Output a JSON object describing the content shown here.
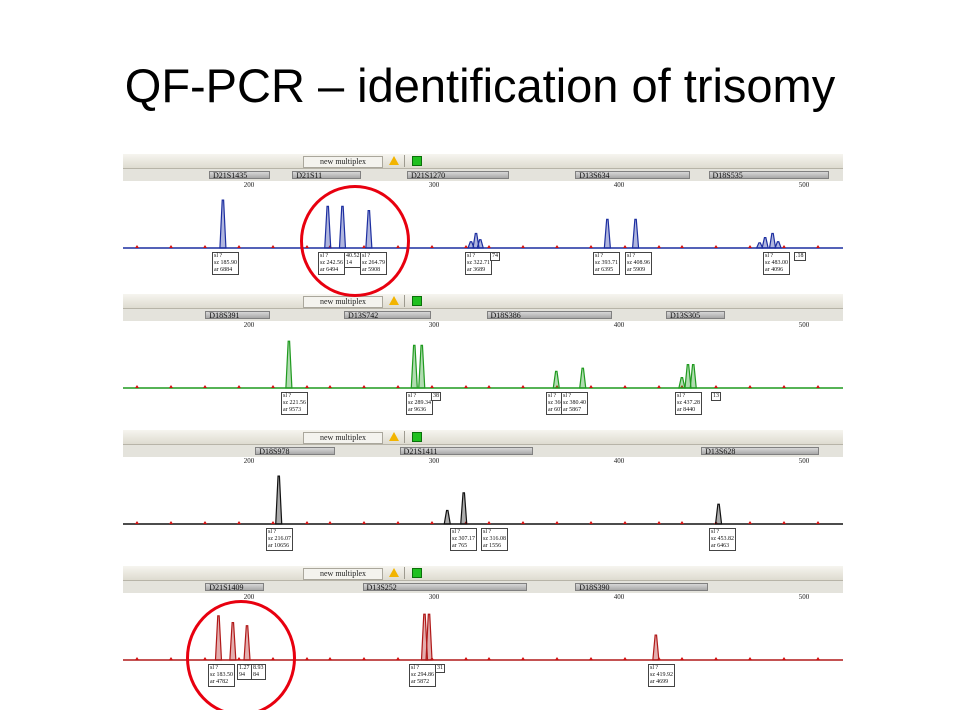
{
  "slide": {
    "title": "QF-PCR – identification of trisomy"
  },
  "toolbar": {
    "title": "new multiplex"
  },
  "chart_data": {
    "type": "line",
    "x_ticks": [
      200,
      300,
      400,
      500
    ],
    "panels": [
      {
        "color": "#1c2ea0",
        "markers": [
          {
            "name": "D21S1435",
            "start": 180,
            "end": 213
          },
          {
            "name": "D21S11",
            "start": 225,
            "end": 262
          },
          {
            "name": "D21S1270",
            "start": 287,
            "end": 342
          },
          {
            "name": "D13S634",
            "start": 378,
            "end": 440
          },
          {
            "name": "D18S535",
            "start": 450,
            "end": 515
          }
        ],
        "peaks": [
          {
            "x": 185.9,
            "y": 92
          },
          {
            "x": 242.56,
            "y": 80
          },
          {
            "x": 250.52,
            "y": 80
          },
          {
            "x": 264.79,
            "y": 72
          },
          {
            "x": 320,
            "y": 12
          },
          {
            "x": 322.71,
            "y": 28
          },
          {
            "x": 325,
            "y": 16
          },
          {
            "x": 393.71,
            "y": 55
          },
          {
            "x": 408.96,
            "y": 55
          },
          {
            "x": 476,
            "y": 10
          },
          {
            "x": 479,
            "y": 20
          },
          {
            "x": 483.0,
            "y": 28
          },
          {
            "x": 486,
            "y": 12
          }
        ],
        "labels": [
          [
            "sl ?",
            "sz 185.90",
            "ar 6884"
          ],
          [
            "sl ?",
            "sz 242.56",
            "ar 6494"
          ],
          [
            "40.52",
            "14"
          ],
          [
            "sl ?",
            "sz 264.79",
            "ar 5908"
          ],
          [
            "sl ?",
            "sz 322.71",
            "ar 3689"
          ],
          [
            "74"
          ],
          [
            "sl ?",
            "sz 393.71",
            "ar 6395"
          ],
          [
            "sl ?",
            "sz 408.96",
            "ar 5909"
          ],
          [
            "sl ?",
            "sz 483.00",
            "ar 4096"
          ],
          [
            ".18"
          ]
        ]
      },
      {
        "color": "#1f9a1f",
        "markers": [
          {
            "name": "D18S391",
            "start": 178,
            "end": 213
          },
          {
            "name": "D13S742",
            "start": 253,
            "end": 300
          },
          {
            "name": "D18S386",
            "start": 330,
            "end": 398
          },
          {
            "name": "D13S305",
            "start": 427,
            "end": 459
          }
        ],
        "peaks": [
          {
            "x": 221.56,
            "y": 90
          },
          {
            "x": 289.34,
            "y": 82
          },
          {
            "x": 293.38,
            "y": 82
          },
          {
            "x": 366.1,
            "y": 32
          },
          {
            "x": 380.4,
            "y": 38
          },
          {
            "x": 434,
            "y": 20
          },
          {
            "x": 437.28,
            "y": 45
          },
          {
            "x": 440.13,
            "y": 45
          }
        ],
        "labels": [
          [
            "sl ?",
            "sz 221.56",
            "ar 9573"
          ],
          [
            "sl ?",
            "sz 289.34",
            "ar 9636"
          ],
          [
            "38"
          ],
          [
            "sl ?",
            "sz 366.10",
            "ar 6077"
          ],
          [
            "sl ?",
            "sz 380.40",
            "ar 5867"
          ],
          [
            "sl ?",
            "sz 437.28",
            "ar 8440"
          ],
          [
            "13"
          ]
        ]
      },
      {
        "color": "#111111",
        "markers": [
          {
            "name": "D18S978",
            "start": 205,
            "end": 248
          },
          {
            "name": "D21S1411",
            "start": 283,
            "end": 355
          },
          {
            "name": "D13S628",
            "start": 446,
            "end": 510
          }
        ],
        "peaks": [
          {
            "x": 216.07,
            "y": 92
          },
          {
            "x": 307.17,
            "y": 26
          },
          {
            "x": 316.08,
            "y": 60
          },
          {
            "x": 453.82,
            "y": 38
          }
        ],
        "labels": [
          [
            "sl ?",
            "sz 216.07",
            "ar 10656"
          ],
          [
            "sl ?",
            "sz 307.17",
            "ar 765"
          ],
          [
            "sl ?",
            "sz 316.08",
            "ar 1556"
          ],
          [
            "sl ?",
            "sz 453.82",
            "ar 6463"
          ]
        ]
      },
      {
        "color": "#b01818",
        "markers": [
          {
            "name": "D21S1409",
            "start": 178,
            "end": 210
          },
          {
            "name": "D13S252",
            "start": 263,
            "end": 352
          },
          {
            "name": "D18S390",
            "start": 378,
            "end": 450
          }
        ],
        "peaks": [
          {
            "x": 183.5,
            "y": 85
          },
          {
            "x": 191.27,
            "y": 72
          },
          {
            "x": 198.93,
            "y": 66
          },
          {
            "x": 294.86,
            "y": 88
          },
          {
            "x": 297.31,
            "y": 88
          },
          {
            "x": 419.92,
            "y": 48
          }
        ],
        "labels": [
          [
            "sl ?",
            "sz 183.50",
            "ar 4782"
          ],
          [
            "1.27",
            "94"
          ],
          [
            "8.93",
            "84"
          ],
          [
            "sl ?",
            "sz 294.86",
            "ar 5872"
          ],
          [
            "31"
          ],
          [
            "sl ?",
            "sz 419.92",
            "ar 4699"
          ]
        ]
      }
    ]
  }
}
